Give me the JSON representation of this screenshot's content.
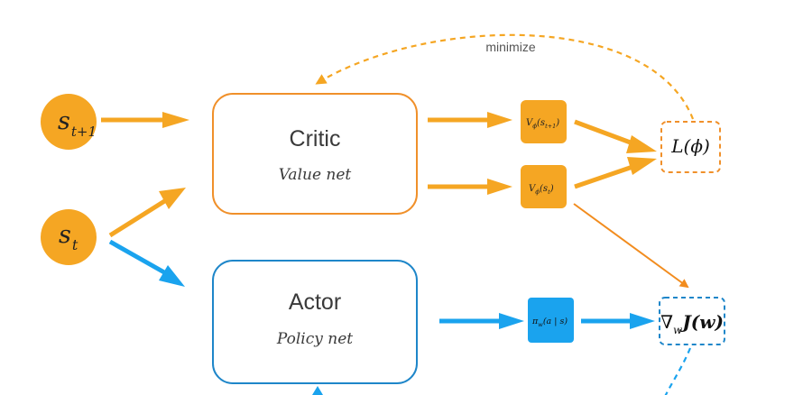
{
  "colors": {
    "orange": "#F5A623",
    "orange_arrow": "#F28C1E",
    "critic_border": "#F0902A",
    "blue": "#1AA3EE",
    "actor_border": "#1E86C9",
    "text_dark": "#3A3A3A",
    "label_gray": "#555555",
    "black": "#111111"
  },
  "states": {
    "next": {
      "base": "s",
      "sub": "t+1"
    },
    "current": {
      "base": "s",
      "sub": "t"
    }
  },
  "critic": {
    "title": "Critic",
    "subtitle": "Value net"
  },
  "actor": {
    "title": "Actor",
    "subtitle": "Policy net"
  },
  "outputs": {
    "value_next": {
      "main": "V",
      "sub": "ϕ",
      "arg_open": "(s",
      "arg_sub": "t+1",
      "arg_close": ")"
    },
    "value_current": {
      "main": "V",
      "sub": "ϕ",
      "arg_open": "(s",
      "arg_sub": "t",
      "arg_close": ")"
    },
    "policy": {
      "main": "π",
      "sub": "w",
      "args": "(a | s)"
    }
  },
  "loss": {
    "label": "L(ϕ)"
  },
  "gradient": {
    "nabla": "∇",
    "sub": "w",
    "body": "J(w)"
  },
  "minimize_label": "minimize"
}
